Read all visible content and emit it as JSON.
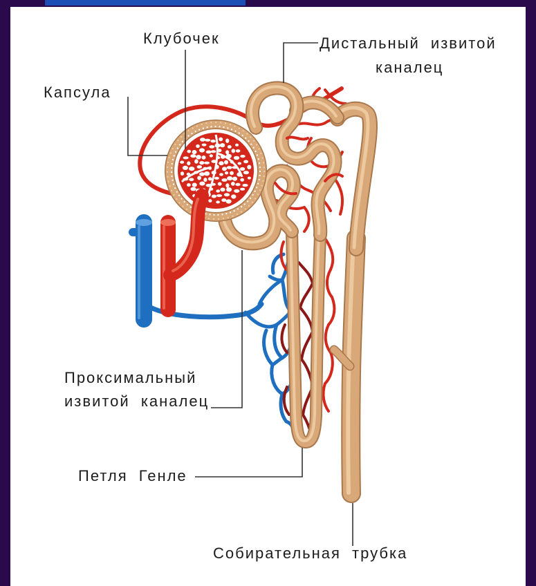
{
  "labels": {
    "glomerulus": "Клубочек",
    "distal_tubule": [
      "Дистальный извитой",
      "каналец"
    ],
    "capsule": "Капсула",
    "proximal_tubule": [
      "Проксимальный",
      "извитой каналец"
    ],
    "loop_of_henle": "Петля Генле",
    "collecting_duct": "Собирательная трубка"
  },
  "colors": {
    "frame": "#2b0a4c",
    "top_bar": "#1b4fb5",
    "panel": "#ffffff",
    "tubule": "#d9a878",
    "tubule_outline": "#a9774c",
    "tubule_highlight": "#efcfa6",
    "artery": "#d3281b",
    "artery_dark": "#8c1717",
    "artery_highlight": "#ee6f5a",
    "vein": "#1f6fc0",
    "vein_highlight": "#5fa0e0",
    "label_text": "#1c1c1c",
    "leader_line": "#333333"
  }
}
